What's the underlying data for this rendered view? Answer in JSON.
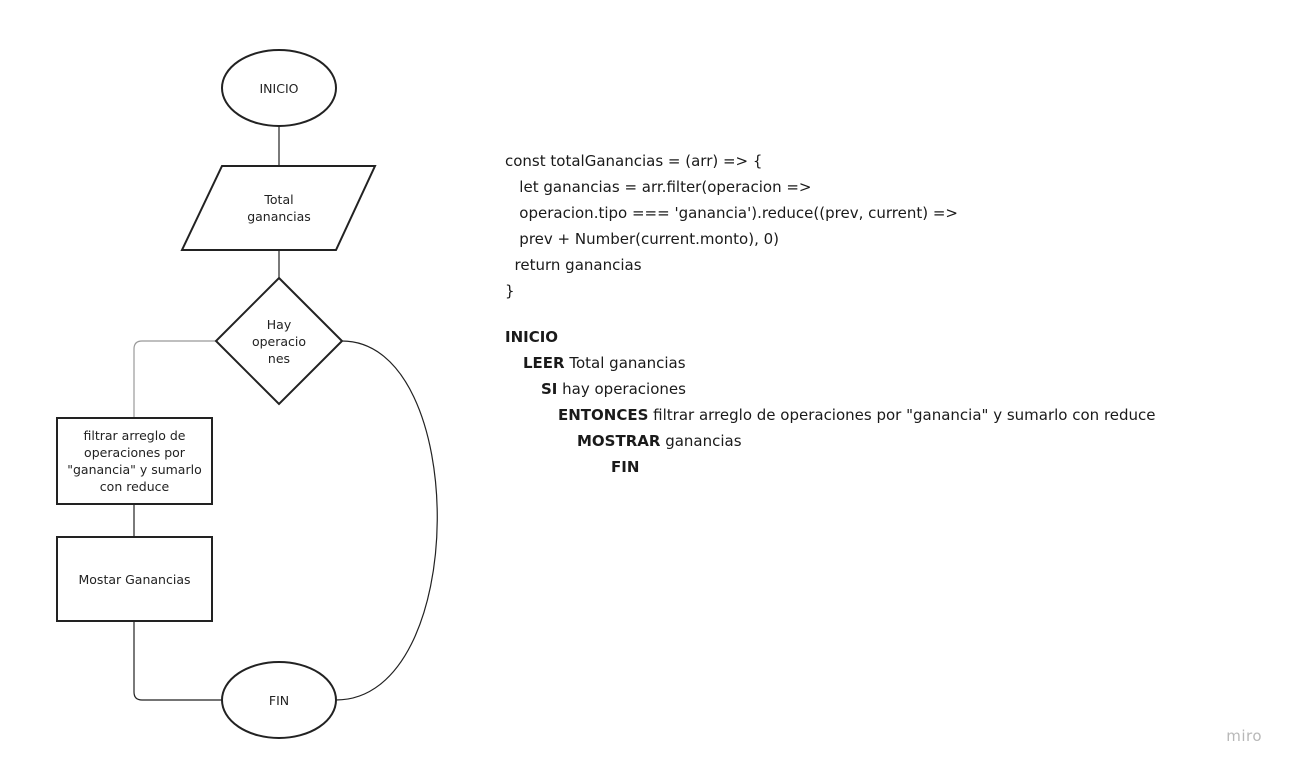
{
  "flowchart": {
    "start": "INICIO",
    "input": [
      "Total",
      "ganancias"
    ],
    "decision": [
      "Hay",
      "operacio",
      "nes"
    ],
    "process": [
      "filtrar arreglo de",
      "operaciones por",
      "\"ganancia\" y sumarlo",
      "con reduce"
    ],
    "output": "Mostar Ganancias",
    "end": "FIN"
  },
  "code": [
    "const totalGanancias = (arr) => {",
    "   let ganancias = arr.filter(operacion =>",
    "   operacion.tipo === 'ganancia').reduce((prev, current) =>",
    "   prev + Number(current.monto), 0)",
    "  return ganancias",
    "}"
  ],
  "pseudocode": {
    "l1_kw": "INICIO",
    "l2_kw": "LEER",
    "l2_text": " Total ganancias",
    "l3_kw": "SI",
    "l3_text": " hay operaciones",
    "l4_kw": "ENTONCES",
    "l4_text": " filtrar arreglo de operaciones por \"ganancia\" y sumarlo con reduce",
    "l5_kw": "MOSTRAR",
    "l5_text": " ganancias",
    "l6_kw": "FIN"
  },
  "watermark": "miro"
}
